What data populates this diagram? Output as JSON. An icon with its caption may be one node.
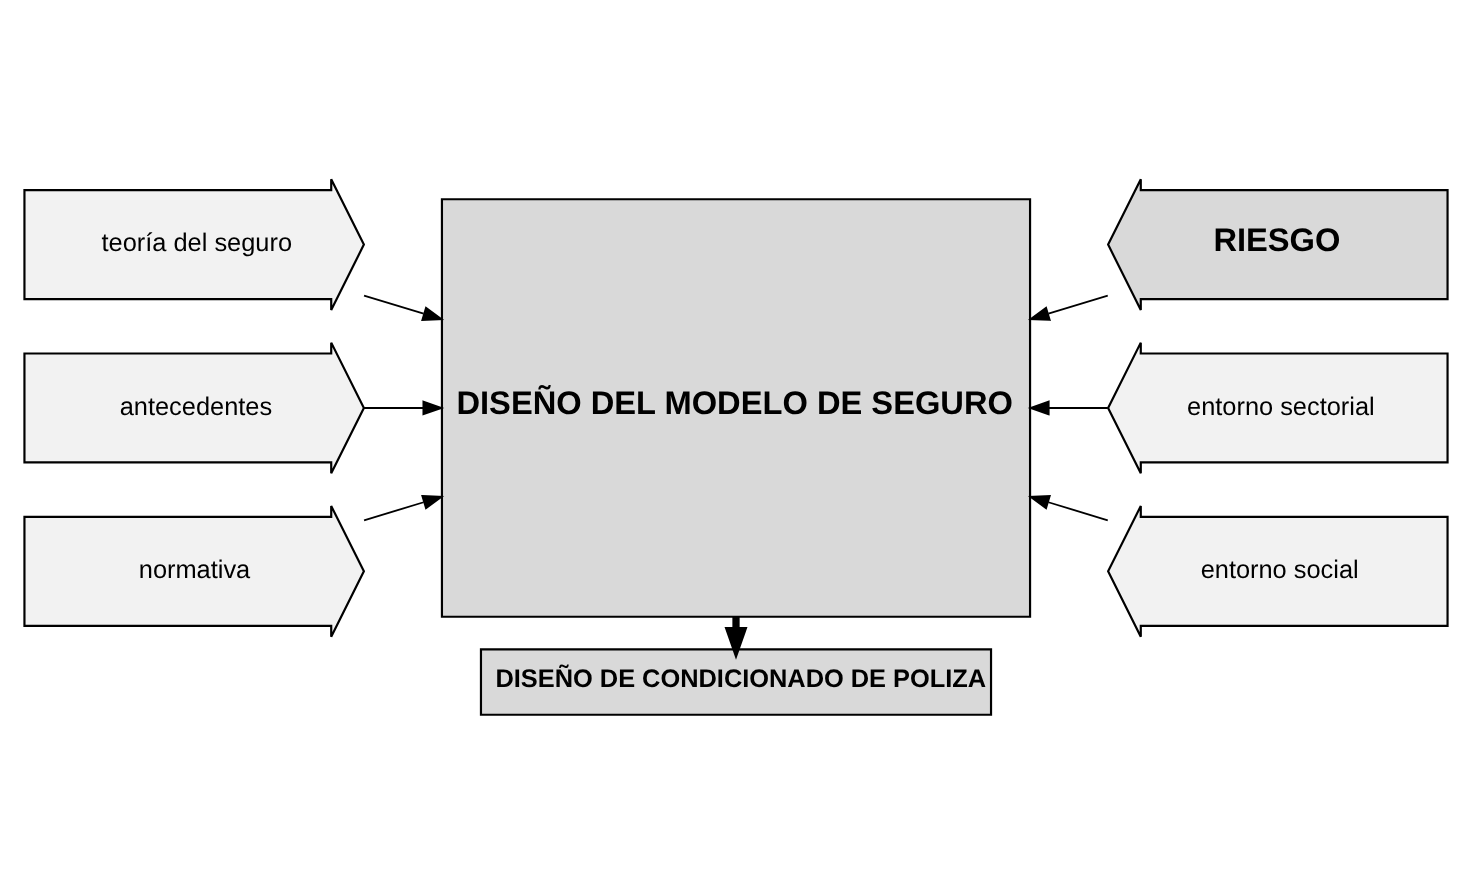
{
  "diagram": {
    "nodes": [
      {
        "text": [
          "teoría del seguro"
        ]
      },
      {
        "text": [
          "antecedentes"
        ]
      },
      {
        "text": [
          "normativa"
        ]
      },
      {
        "text": [
          "DISEÑO DEL MODELO DE SEGURO"
        ]
      },
      {
        "text": [
          "RIESGO"
        ]
      },
      {
        "text": [
          "entorno sectorial"
        ]
      },
      {
        "text": [
          "entorno social"
        ]
      },
      {
        "text": [
          "DISEÑO DE CONDICIONADO DE POLIZA"
        ]
      }
    ],
    "edges": [
      {
        "from": 0,
        "to": 3,
        "arrow": "to"
      },
      {
        "from": 1,
        "to": 3,
        "arrow": "to"
      },
      {
        "from": 2,
        "to": 3,
        "arrow": "to"
      },
      {
        "from": 4,
        "to": 3,
        "arrow": "to"
      },
      {
        "from": 5,
        "to": 3,
        "arrow": "to"
      },
      {
        "from": 6,
        "to": 3,
        "arrow": "to"
      },
      {
        "from": 3,
        "to": 7,
        "arrow": "to",
        "style": "thick"
      }
    ]
  }
}
